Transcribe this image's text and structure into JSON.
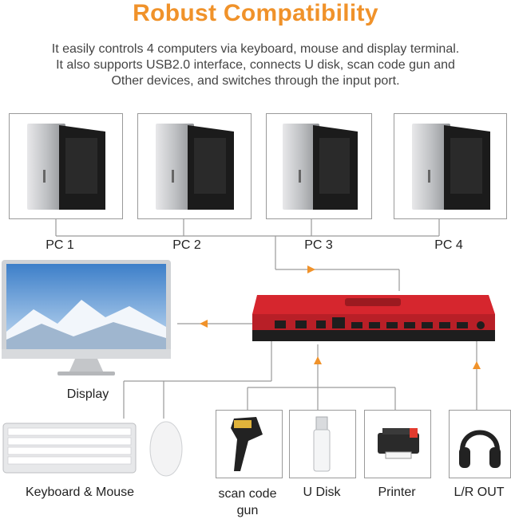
{
  "title": "Robust Compatibility",
  "description": [
    "It easily controls 4 computers via keyboard, mouse and display terminal.",
    "It also supports USB2.0 interface, connects U disk, scan code gun and",
    "Other devices, and switches through the input port."
  ],
  "computers": [
    {
      "label": "PC 1"
    },
    {
      "label": "PC 2"
    },
    {
      "label": "PC 3"
    },
    {
      "label": "PC 4"
    }
  ],
  "display_label": "Display",
  "peripherals": {
    "keyboard_mouse": "Keyboard & Mouse",
    "scanner_line1": "scan code",
    "scanner_line2": "gun",
    "udisk": "U Disk",
    "printer": "Printer",
    "audio": "L/R OUT"
  },
  "colors": {
    "accent": "#f0922a",
    "switch_body": "#c8232b",
    "wire": "#9a9a9a"
  }
}
